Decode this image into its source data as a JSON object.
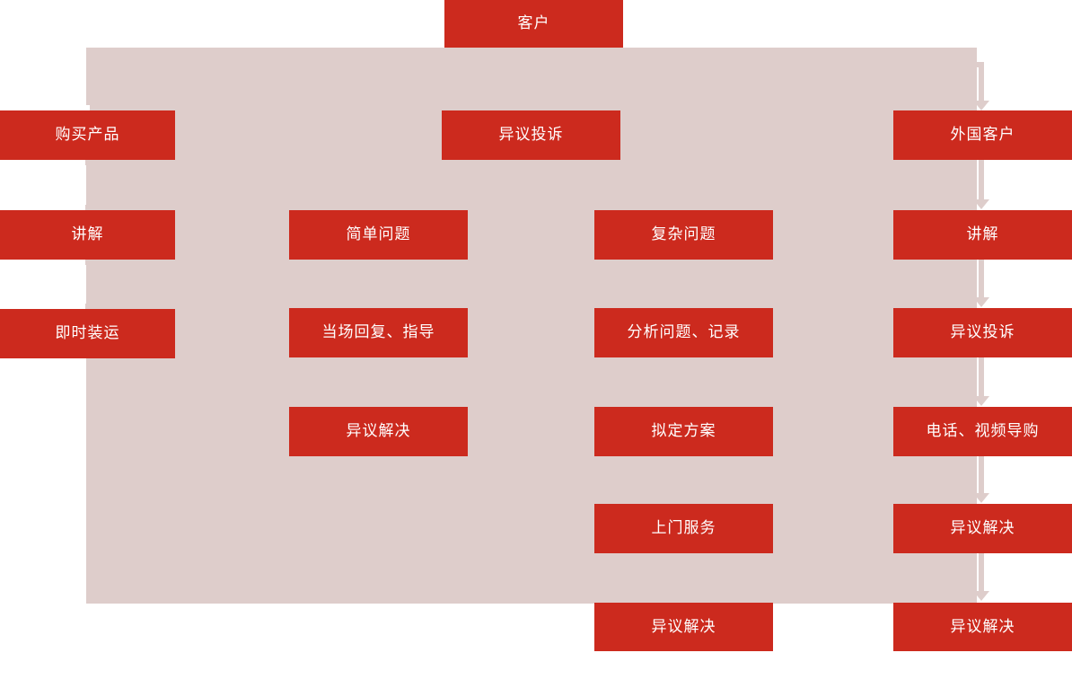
{
  "diagram": {
    "title_node": {
      "label": "客户"
    },
    "colors": {
      "node_fill": "#cc2a1e",
      "node_text": "#ffffff",
      "panel_fill": "#decdcb",
      "arrow": "#decdcb",
      "background": "#ffffff"
    },
    "columns": [
      {
        "name": "purchase-flow",
        "nodes": [
          {
            "label": "购买产品"
          },
          {
            "label": "讲解"
          },
          {
            "label": "即时装运"
          }
        ]
      },
      {
        "name": "simple-issue-flow",
        "nodes": [
          {
            "label": "简单问题"
          },
          {
            "label": "当场回复、指导"
          },
          {
            "label": "异议解决"
          }
        ]
      },
      {
        "name": "complaint-flow",
        "nodes": [
          {
            "label": "异议投诉"
          }
        ]
      },
      {
        "name": "complex-issue-flow",
        "nodes": [
          {
            "label": "复杂问题"
          },
          {
            "label": "分析问题、记录"
          },
          {
            "label": "拟定方案"
          },
          {
            "label": "上门服务"
          },
          {
            "label": "异议解决"
          }
        ]
      },
      {
        "name": "foreign-customer-flow",
        "nodes": [
          {
            "label": "外国客户"
          },
          {
            "label": "讲解"
          },
          {
            "label": "异议投诉"
          },
          {
            "label": "电话、视频导购"
          },
          {
            "label": "异议解决"
          },
          {
            "label": "异议解决"
          }
        ]
      }
    ]
  }
}
